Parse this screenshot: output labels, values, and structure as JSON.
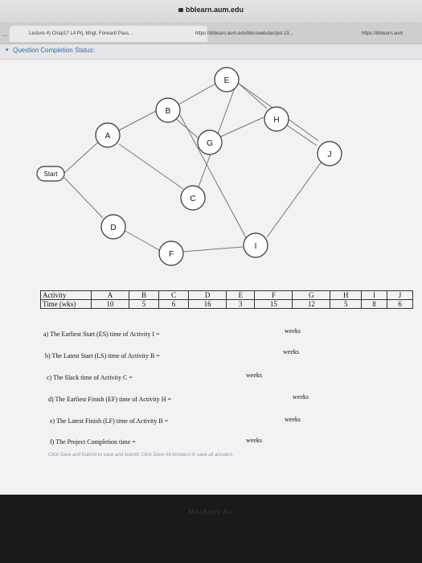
{
  "browser": {
    "host": "bblearn.aum.edu",
    "tabs": [
      "Lecture 4) Chap17 L4 Prj. Mngt. Forward Pass...",
      "https://bblearn.aum.edu/bbcswebdav/pid-13...",
      "https://bblearn.aum"
    ]
  },
  "question_status": "Question Completion Status:",
  "network": {
    "nodes": [
      "Start",
      "A",
      "B",
      "C",
      "D",
      "E",
      "F",
      "G",
      "H",
      "I",
      "J"
    ]
  },
  "table": {
    "row_labels": [
      "Activity",
      "Time (wks)"
    ],
    "activities": [
      "A",
      "B",
      "C",
      "D",
      "E",
      "F",
      "G",
      "H",
      "I",
      "J"
    ],
    "times": [
      "10",
      "5",
      "6",
      "16",
      "3",
      "15",
      "12",
      "5",
      "8",
      "6"
    ]
  },
  "questions": [
    {
      "text": "a) The Earliest Start (ES) time of Activity I =",
      "unit": "weeks"
    },
    {
      "text": "b) The Latest Start (LS) time of Activity B =",
      "unit": "weeks"
    },
    {
      "text": "c) The Slack time of Activity C =",
      "unit": "weeks"
    },
    {
      "text": "d) The Earliest Finish (EF) time of Activity H =",
      "unit": "weeks"
    },
    {
      "text": "e) The Latest Finish (LF) time of Activity B =",
      "unit": "weeks"
    },
    {
      "text": "f) The Project Completion time =",
      "unit": "weeks"
    }
  ],
  "footer": "Click Save and Submit to save and submit. Click Save All Answers to save all answers.",
  "device_label": "MacBook Air"
}
